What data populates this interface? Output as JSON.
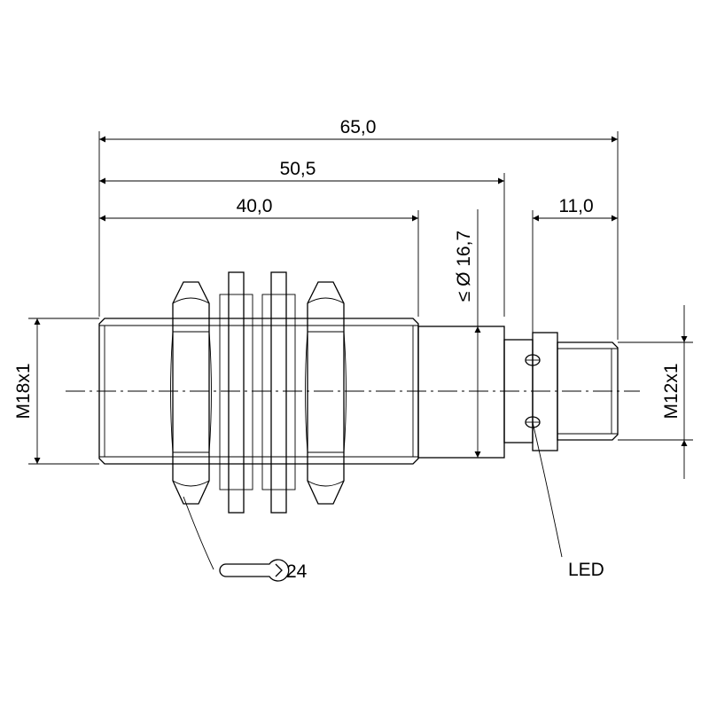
{
  "dimensions": {
    "overall_length": "65,0",
    "length_to_connector": "50,5",
    "thread_length": "40,0",
    "connector_length": "11,0",
    "max_diameter_symbol": "≤ Ø 16,7",
    "main_thread": "M18x1",
    "connector_thread": "M12x1"
  },
  "annotations": {
    "wrench_size": "24",
    "led_label": "LED"
  },
  "icons": [
    "wrench-icon",
    "led-indicator-icon"
  ],
  "colors": {
    "line": "#000000",
    "background": "#ffffff"
  }
}
